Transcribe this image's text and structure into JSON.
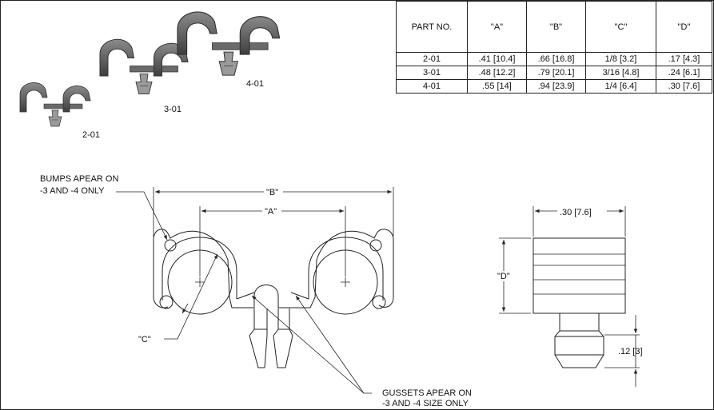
{
  "spec_table": {
    "headers": [
      "PART NO.",
      "\"A\"",
      "\"B\"",
      "\"C\"",
      "\"D\""
    ],
    "rows": [
      [
        "2-01",
        ".41 [10.4]",
        ".66 [16.8]",
        "1/8 [3.2]",
        ".17 [4.3]"
      ],
      [
        "3-01",
        ".48 [12.2]",
        ".79 [20.1]",
        "3/16 [4.8]",
        ".24 [6.1]"
      ],
      [
        "4-01",
        ".55 [14]",
        ".94 [23.9]",
        "1/4 [6.4]",
        ".30 [7.6]"
      ]
    ]
  },
  "iso_views": {
    "label_2_01": "2-01",
    "label_3_01": "3-01",
    "label_4_01": "4-01"
  },
  "front_view": {
    "note_bumps_line1": "BUMPS APEAR ON",
    "note_bumps_line2": "-3 AND -4 ONLY",
    "dim_b": "\"B\"",
    "dim_a": "\"A\"",
    "dim_c": "\"C\"",
    "note_gussets_line1": "GUSSETS APEAR ON",
    "note_gussets_line2": "-3 AND -4  SIZE ONLY"
  },
  "side_view": {
    "dim_width": ".30",
    "dim_width_mm": "7.6",
    "dim_d": "\"D\"",
    "dim_pin": ".12",
    "dim_pin_mm": "3"
  },
  "colors": {
    "line": "#222222",
    "part_shade": "#555555"
  }
}
